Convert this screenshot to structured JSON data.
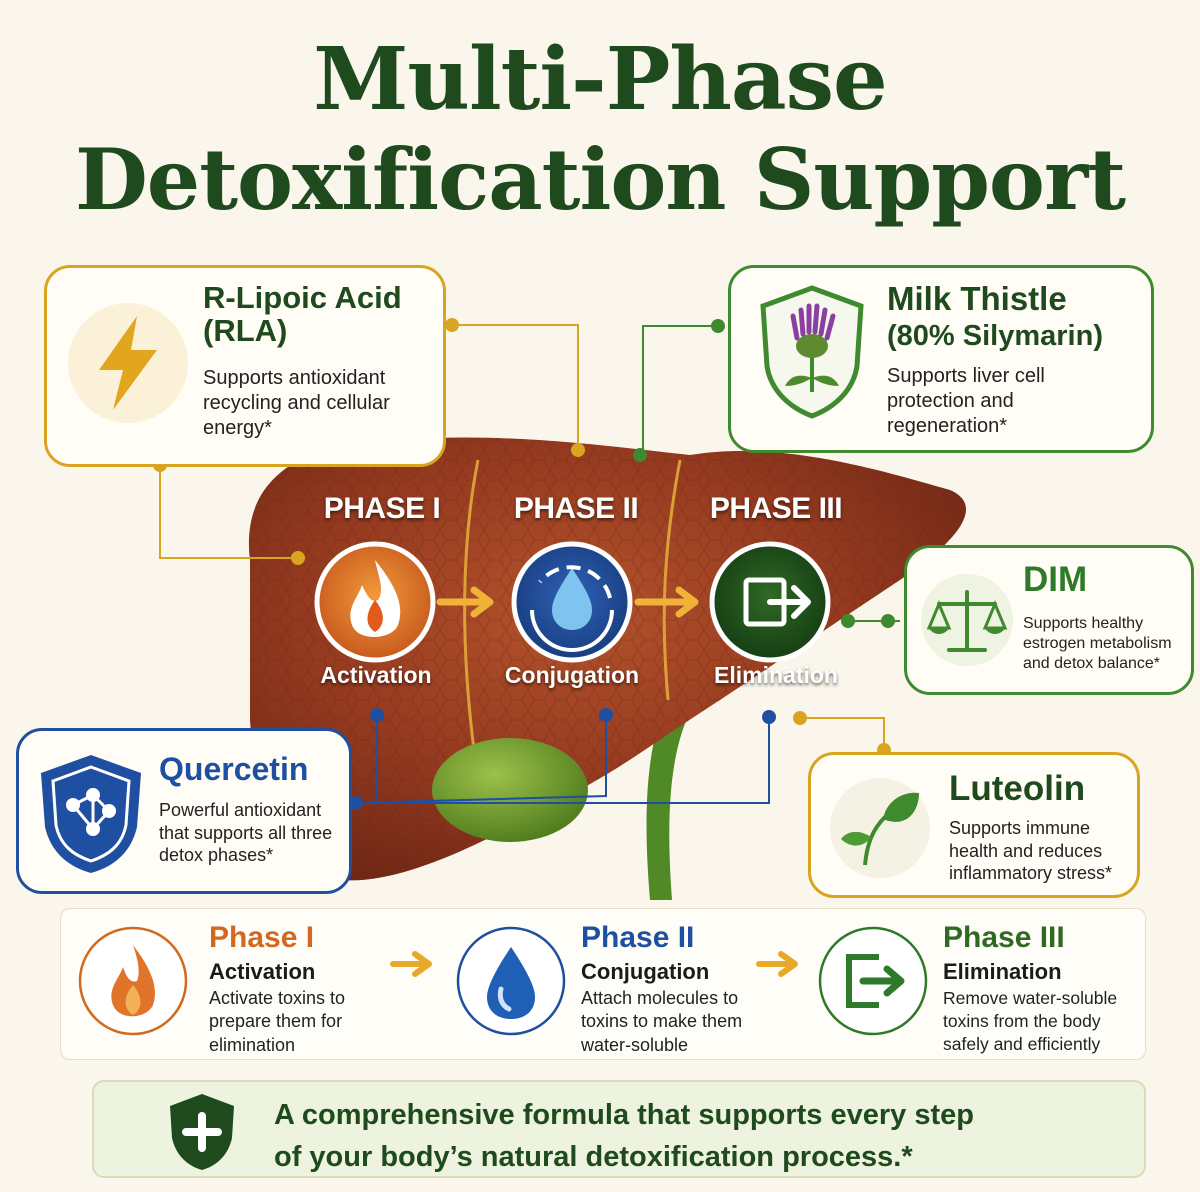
{
  "title": {
    "line1": "Multi-Phase",
    "line2": "Detoxification Support"
  },
  "ingredients": {
    "rla": {
      "name_line1": "R-Lipoic Acid",
      "name_line2": "(RLA)",
      "desc": "Supports antioxidant recycling and cellular energy*",
      "icon": "lightning-bolt-icon"
    },
    "milk_thistle": {
      "name_line1": "Milk Thistle",
      "name_line2": "(80% Silymarin)",
      "desc": "Supports liver cell protection and regeneration*",
      "icon": "thistle-shield-icon"
    },
    "dim": {
      "name": "DIM",
      "desc": "Supports healthy estrogen metabolism and detox balance*",
      "icon": "balance-scale-icon"
    },
    "quercetin": {
      "name": "Quercetin",
      "desc": "Powerful antioxidant that supports all three detox phases*",
      "icon": "molecule-shield-icon"
    },
    "luteolin": {
      "name": "Luteolin",
      "desc": "Supports immune health and reduces inflammatory stress*",
      "icon": "leaf-icon"
    }
  },
  "liver_phases": [
    {
      "label": "PHASE I",
      "sub": "Activation",
      "icon": "flame-icon"
    },
    {
      "label": "PHASE II",
      "sub": "Conjugation",
      "icon": "water-drop-cycle-icon"
    },
    {
      "label": "PHASE III",
      "sub": "Elimination",
      "icon": "exit-arrow-icon"
    }
  ],
  "steps": [
    {
      "title": "Phase I",
      "sub": "Activation",
      "desc": "Activate toxins to prepare them for elimination",
      "icon": "flame-icon",
      "color": "#d2691e"
    },
    {
      "title": "Phase II",
      "sub": "Conjugation",
      "desc": "Attach molecules to toxins to make them water-soluble",
      "icon": "water-drop-icon",
      "color": "#1f4fa0"
    },
    {
      "title": "Phase III",
      "sub": "Elimination",
      "desc": "Remove water-soluble toxins from the body safely and efficiently",
      "icon": "exit-arrow-icon",
      "color": "#2f7a2a"
    }
  ],
  "footer": {
    "line1": "A comprehensive formula that supports every step",
    "line2": "of your body’s natural detoxification process.*",
    "icon": "shield-plus-icon"
  },
  "colors": {
    "title_green": "#1e4a1e",
    "gold": "#d9a520",
    "green": "#3f8a2e",
    "blue": "#1f4fa0",
    "orange": "#d2691e",
    "liver": "#8a3520"
  }
}
